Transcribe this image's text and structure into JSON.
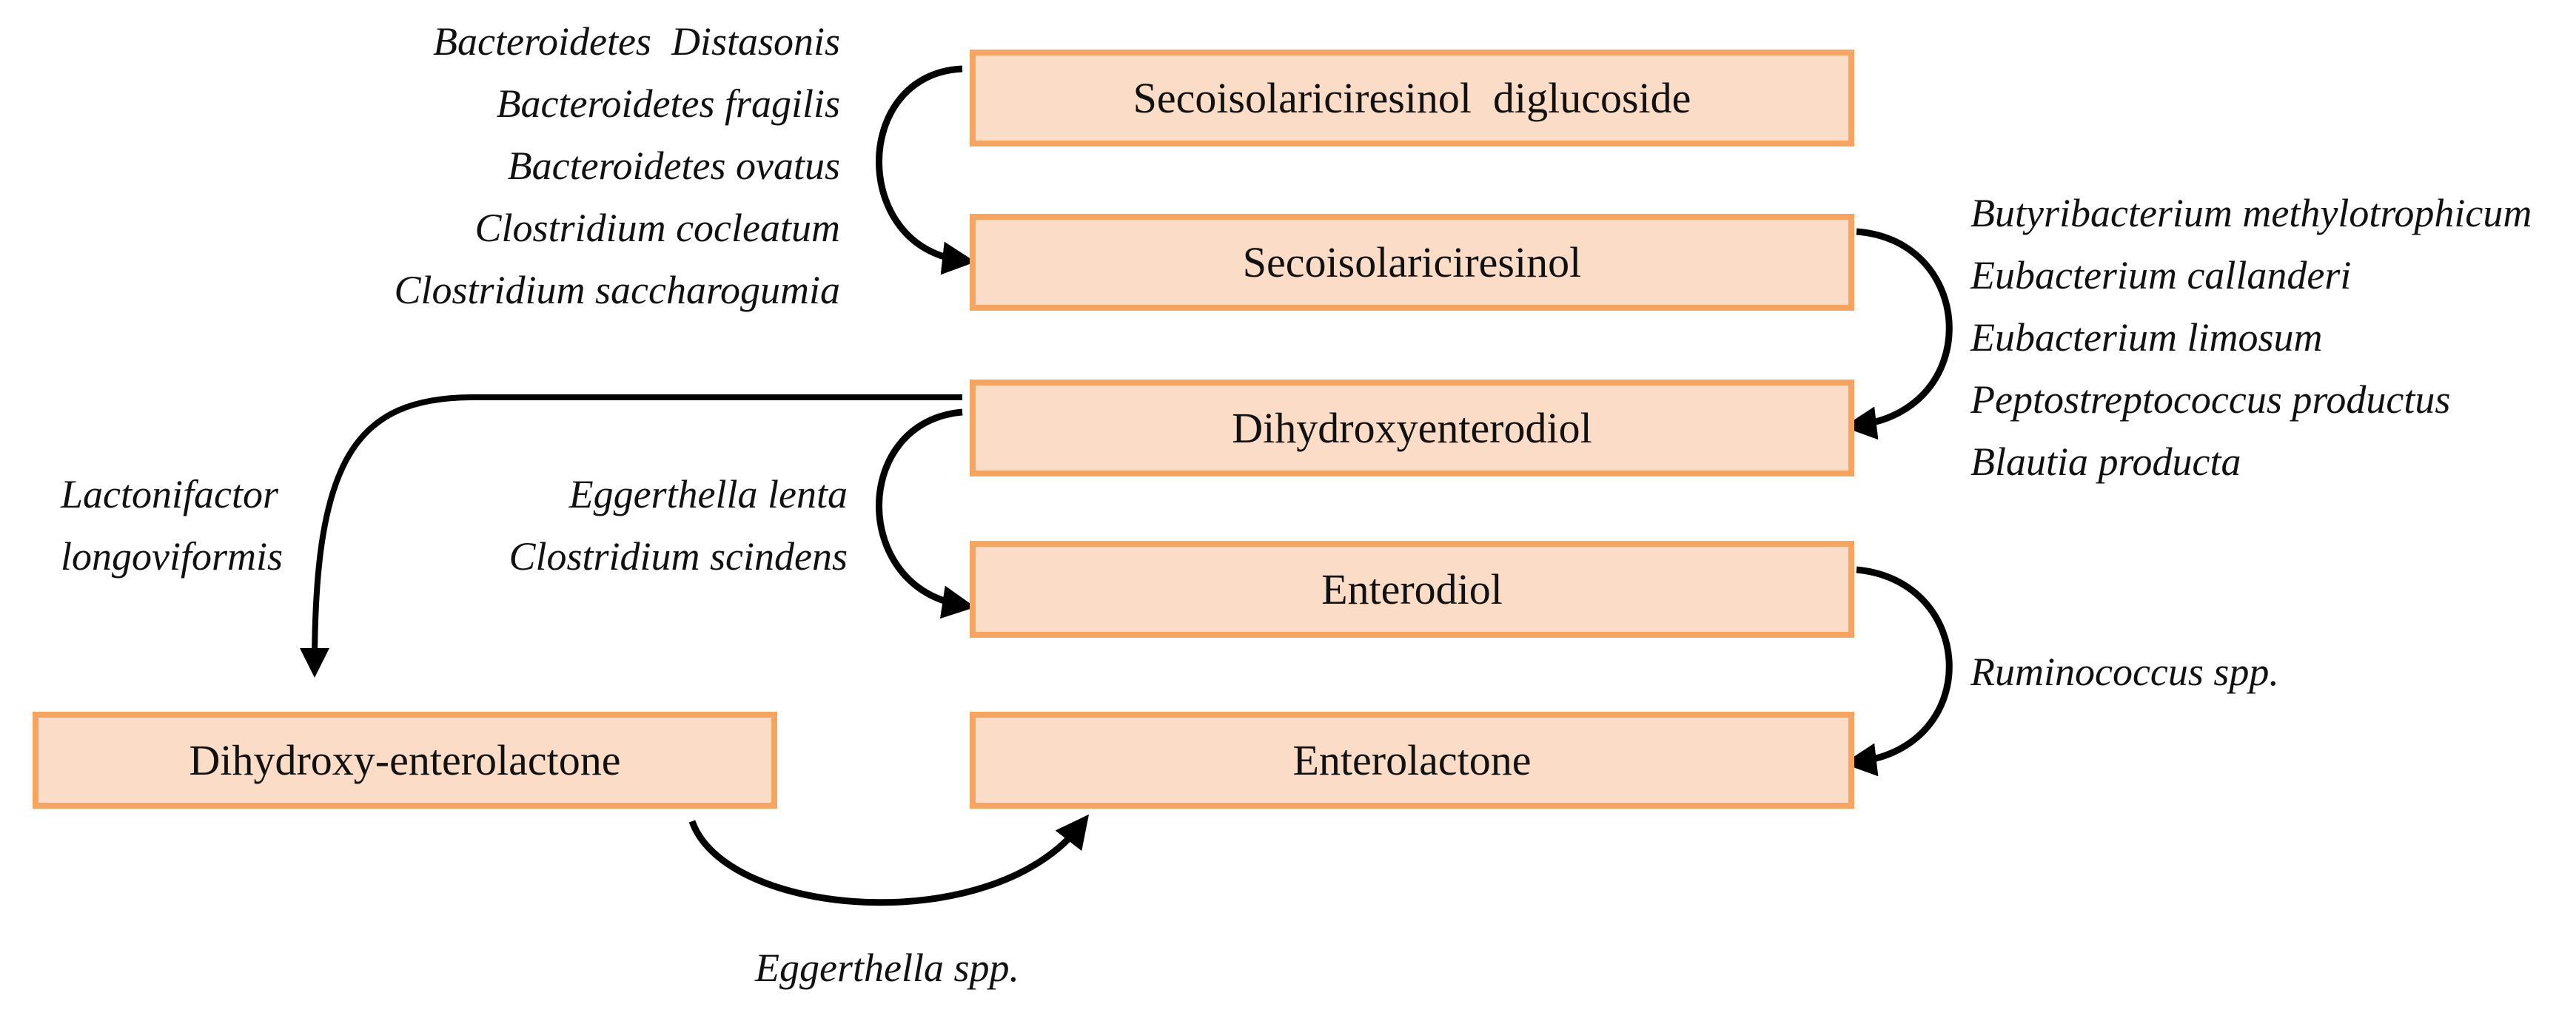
{
  "compounds": {
    "sdg": "Secoisolariciresinol  diglucoside",
    "seco": "Secoisolariciresinol",
    "dhed": "Dihydroxyenterodiol",
    "ed": "Enterodiol",
    "el": "Enterolactone",
    "dhel": "Dihydroxy-enterolactone"
  },
  "bacteria": {
    "step1": [
      "Bacteroidetes  Distasonis",
      "Bacteroidetes fragilis",
      "Bacteroidetes ovatus",
      "Clostridium cocleatum",
      "Clostridium saccharogumia"
    ],
    "step2": [
      "Butyribacterium methylotrophicum",
      "Eubacterium callanderi",
      "Eubacterium limosum",
      "Peptostreptococcus productus",
      "Blautia producta"
    ],
    "step3": [
      "Eggerthella lenta",
      "Clostridium scindens"
    ],
    "step4": [
      "Ruminococcus spp."
    ],
    "step5": [
      "Lactonifactor",
      "longoviformis"
    ],
    "step6": [
      "Eggerthella spp."
    ]
  },
  "colors": {
    "box_fill": "#fbdcc6",
    "box_border": "#f6a460",
    "arrow": "#000000"
  }
}
